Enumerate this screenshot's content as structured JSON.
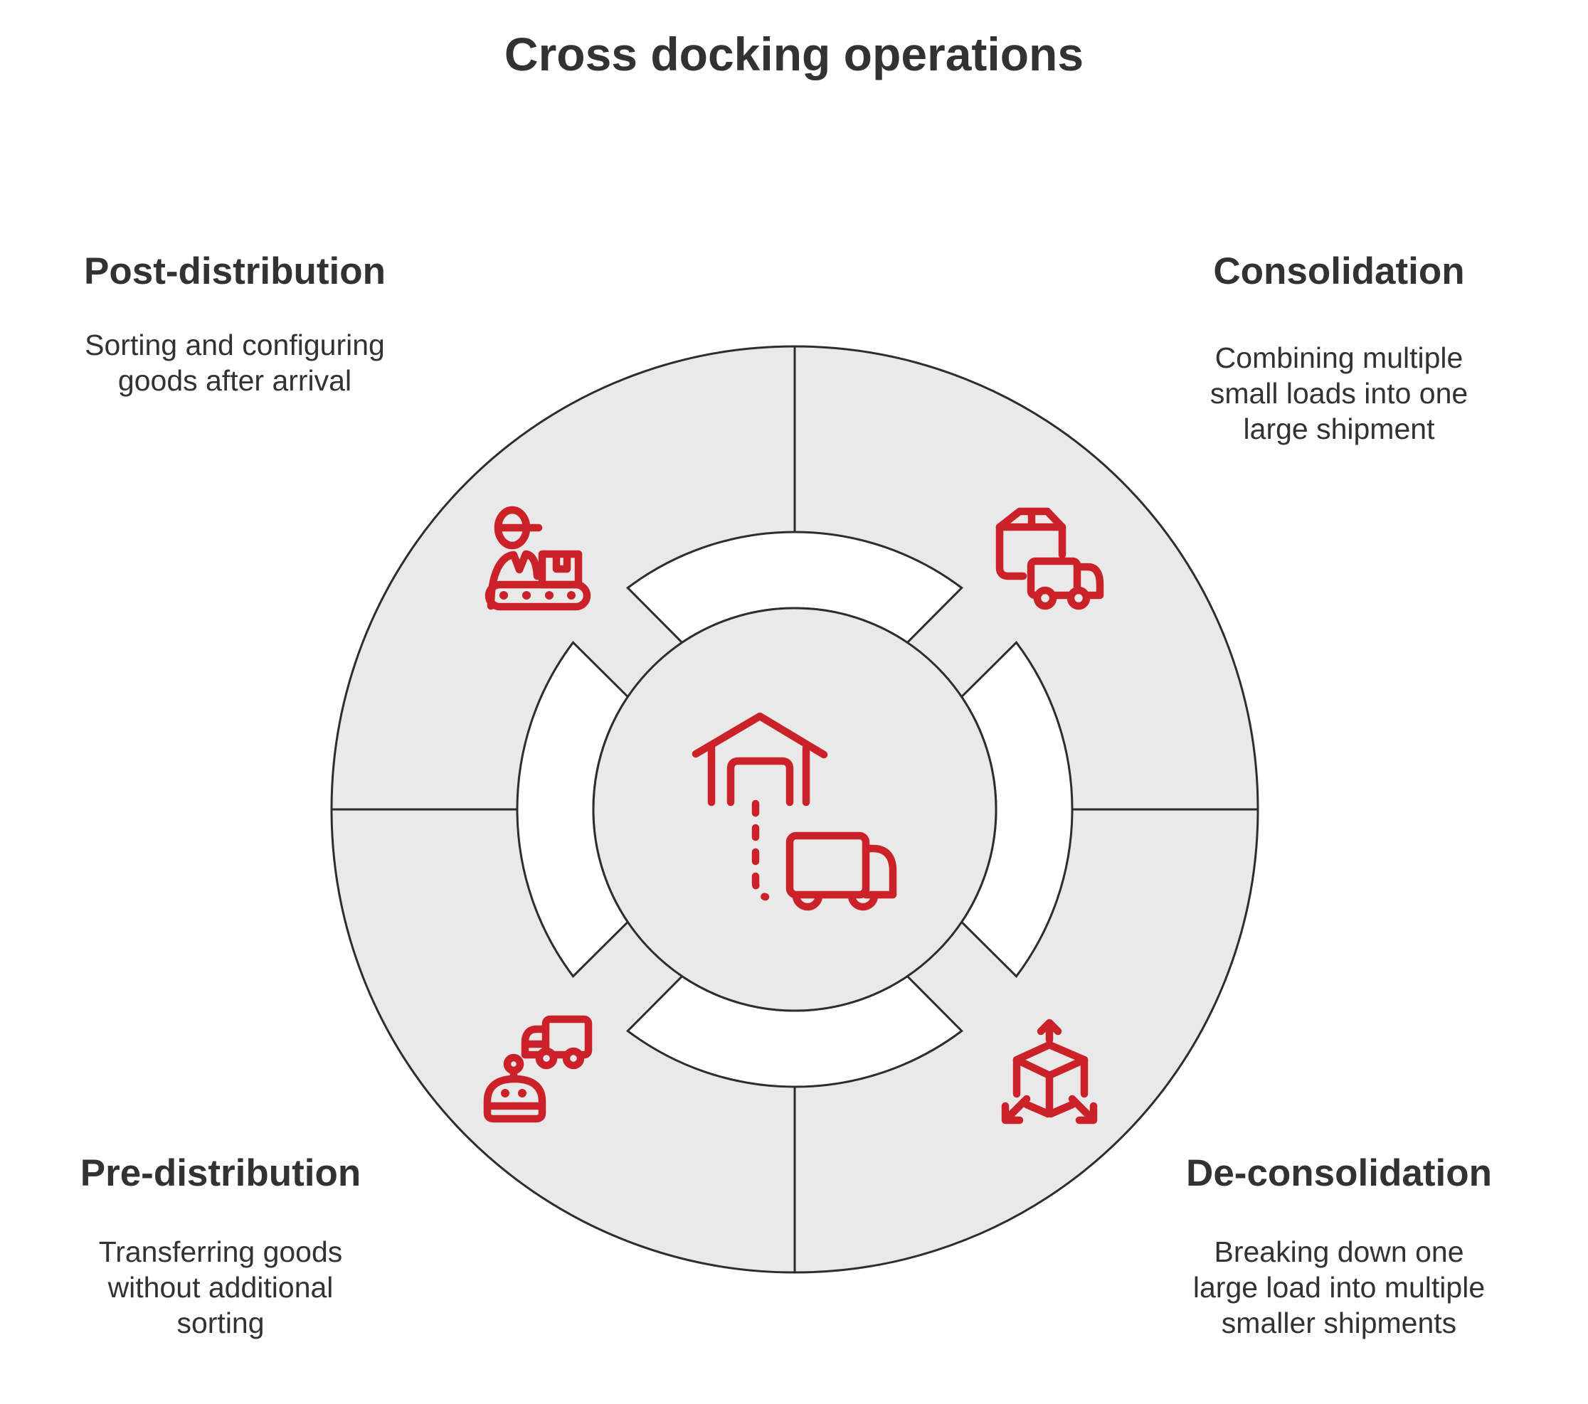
{
  "title": "Cross docking operations",
  "colors": {
    "accent_red": "#cb2229",
    "ring_gray": "#e9e9e9",
    "outline": "#2d2d2d",
    "text_color": "#323232",
    "background": "#ffffff"
  },
  "center": {
    "icon": "warehouse-truck-icon"
  },
  "quadrants": [
    {
      "id": "post-distribution",
      "position": "top-left",
      "label": "Post-distribution",
      "description": "Sorting and configuring\ngoods after arrival",
      "icon": "worker-conveyor-icon"
    },
    {
      "id": "consolidation",
      "position": "top-right",
      "label": "Consolidation",
      "description": "Combining multiple\nsmall loads into one\nlarge shipment",
      "icon": "package-truck-icon"
    },
    {
      "id": "pre-distribution",
      "position": "bottom-left",
      "label": "Pre-distribution",
      "description": "Transferring goods\nwithout additional\nsorting",
      "icon": "robot-truck-icon"
    },
    {
      "id": "de-consolidation",
      "position": "bottom-right",
      "label": "De-consolidation",
      "description": "Breaking down one\nlarge load into multiple\nsmaller shipments",
      "icon": "cube-dispersal-icon"
    }
  ]
}
